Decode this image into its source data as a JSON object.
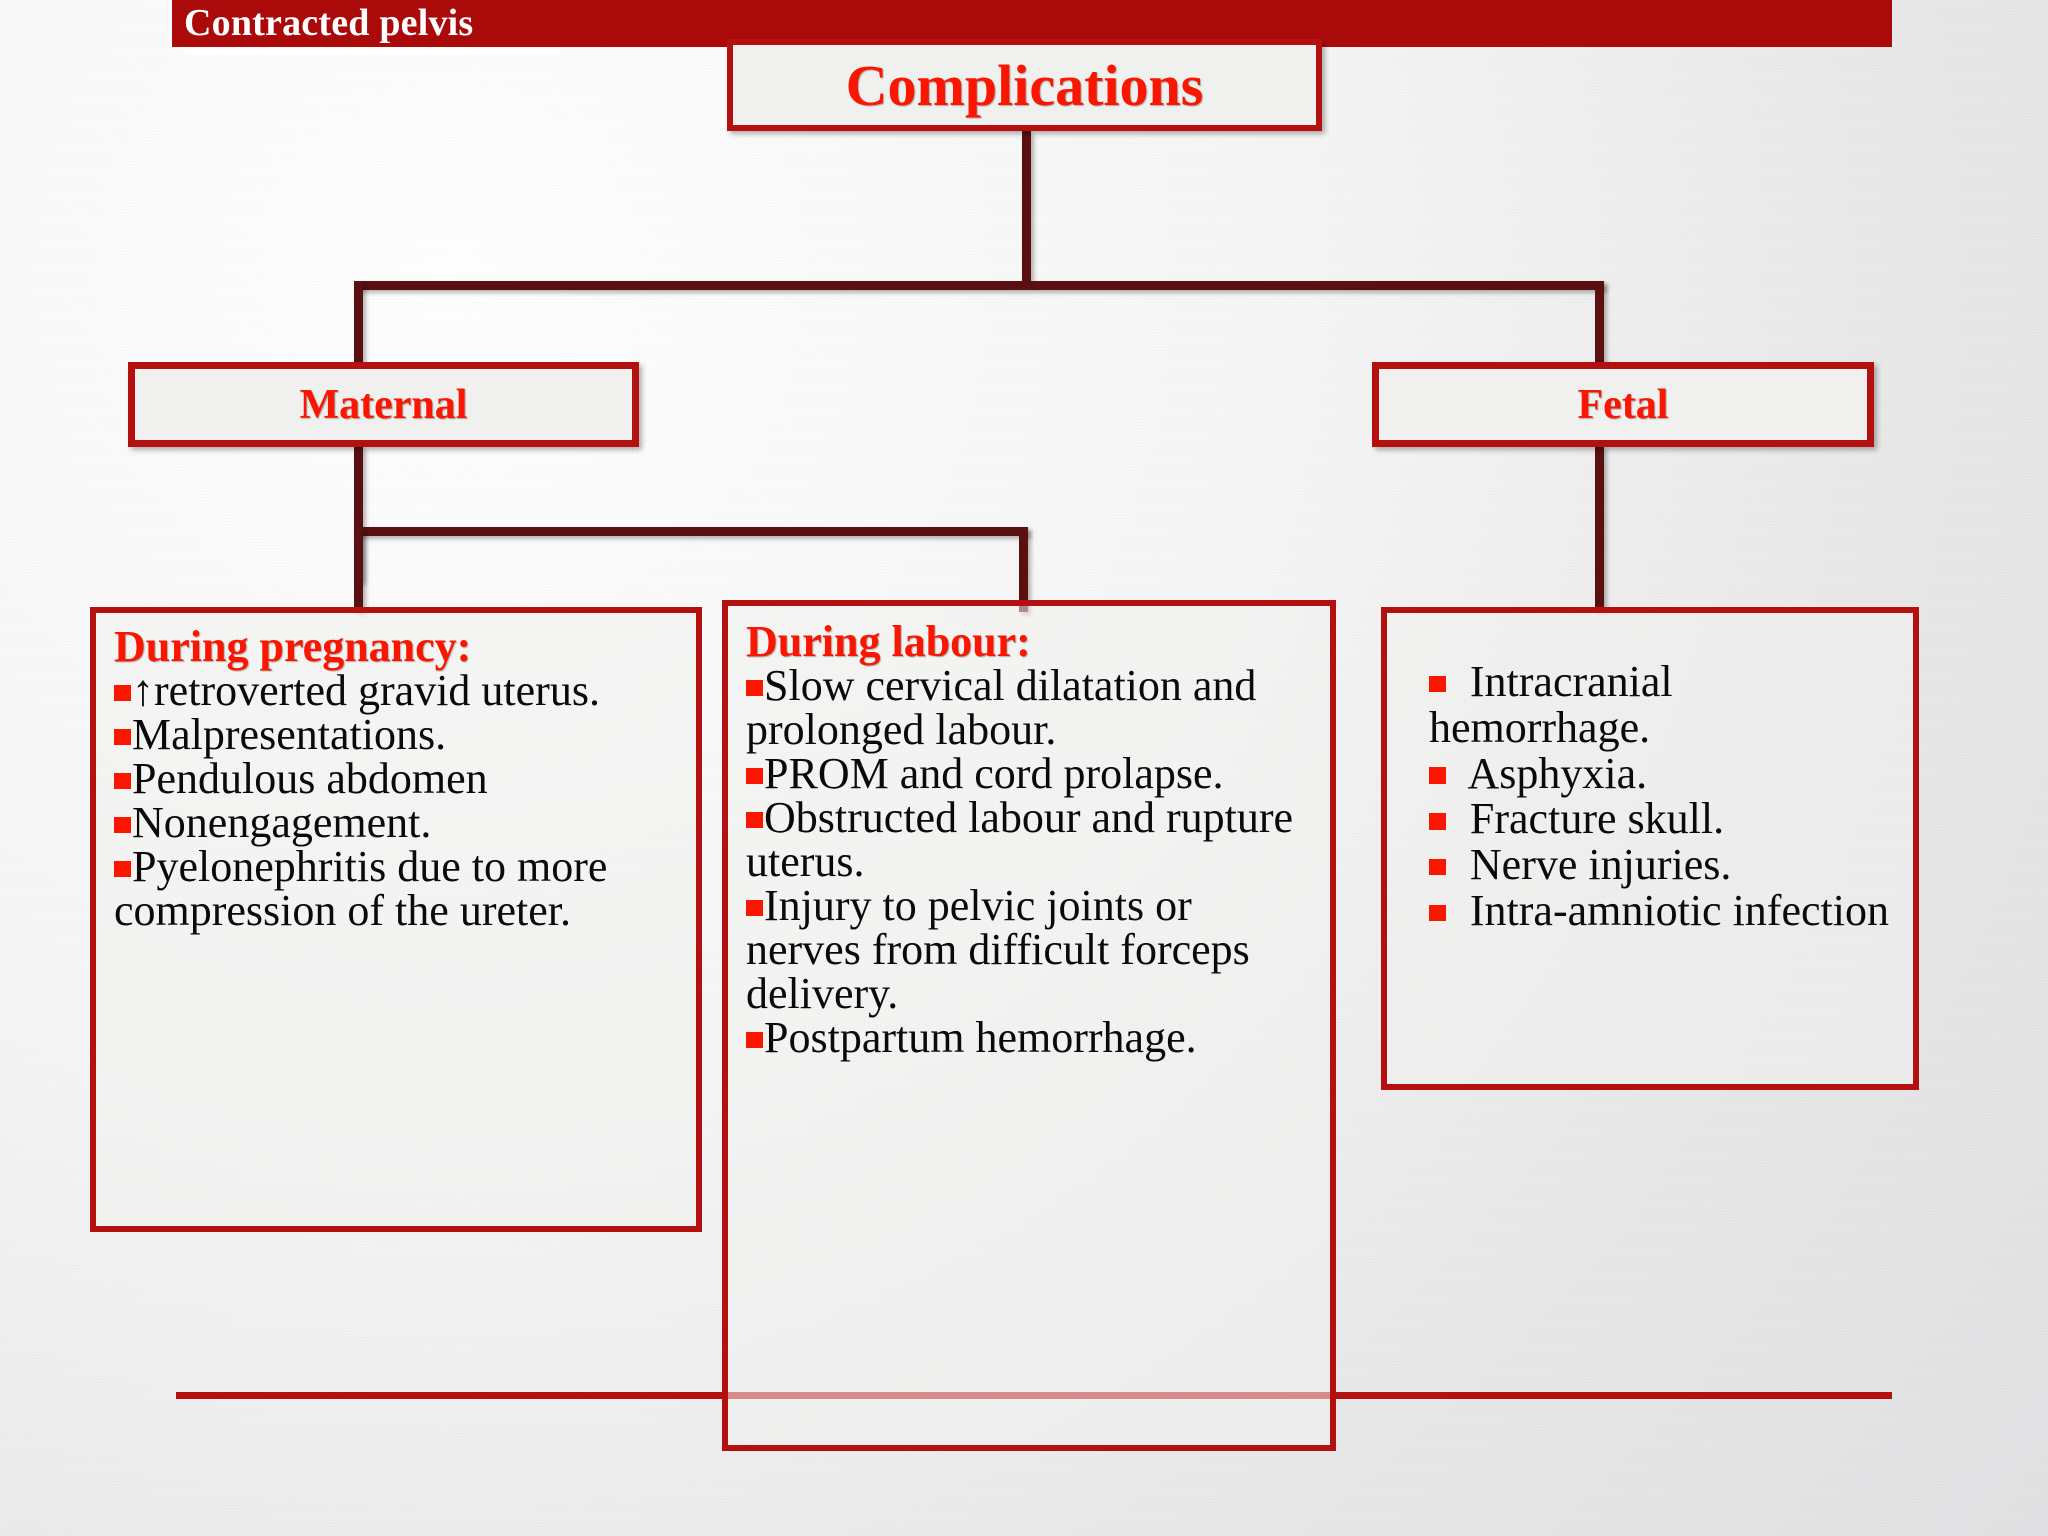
{
  "header": {
    "title": "Contracted pelvis",
    "banner_color": "#ab0a0a"
  },
  "colors": {
    "brand_red": "#b51010",
    "text_red": "#fa1600",
    "connector": "#5a1010",
    "box_fill": "#f0f0ef"
  },
  "diagram": {
    "root": {
      "label": "Complications"
    },
    "branches": [
      {
        "label": "Maternal"
      },
      {
        "label": "Fetal"
      }
    ]
  },
  "boxes": {
    "pregnancy": {
      "heading": "During pregnancy:",
      "items": [
        "↑retroverted gravid uterus.",
        "Malpresentations.",
        "Pendulous abdomen",
        "Nonengagement.",
        "Pyelonephritis due to more compression of the ureter."
      ]
    },
    "labour": {
      "heading": "During labour:",
      "items": [
        "Slow cervical dilatation and prolonged labour.",
        "PROM and cord prolapse.",
        "Obstructed labour and rupture uterus.",
        "Injury to pelvic joints or nerves from difficult forceps delivery.",
        "Postpartum hemorrhage."
      ]
    },
    "fetal": {
      "heading": "",
      "items": [
        " Intracranial hemorrhage.",
        " Asphyxia.",
        "  Fracture skull.",
        "  Nerve injuries.",
        " Intra-amniotic infection"
      ]
    }
  }
}
